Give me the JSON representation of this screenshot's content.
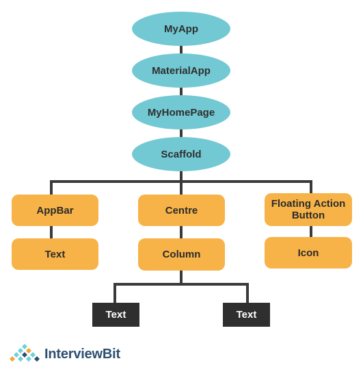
{
  "diagram": {
    "root": {
      "label": "MyApp"
    },
    "material_app": {
      "label": "MaterialApp"
    },
    "my_home_page": {
      "label": "MyHomePage"
    },
    "scaffold": {
      "label": "Scaffold"
    },
    "app_bar": {
      "label": "AppBar"
    },
    "app_bar_text": {
      "label": "Text"
    },
    "centre": {
      "label": "Centre"
    },
    "column": {
      "label": "Column"
    },
    "column_text_left": {
      "label": "Text"
    },
    "column_text_right": {
      "label": "Text"
    },
    "fab": {
      "label": "Floating Action Button"
    },
    "fab_icon": {
      "label": "Icon"
    }
  },
  "brand": {
    "name": "InterviewBit"
  },
  "colors": {
    "ellipse_fill": "#72c9d3",
    "box_fill": "#f7b347",
    "leaf_fill": "#2f2f2f",
    "connector": "#3a3a3a",
    "brand_text": "#2e4f70"
  }
}
